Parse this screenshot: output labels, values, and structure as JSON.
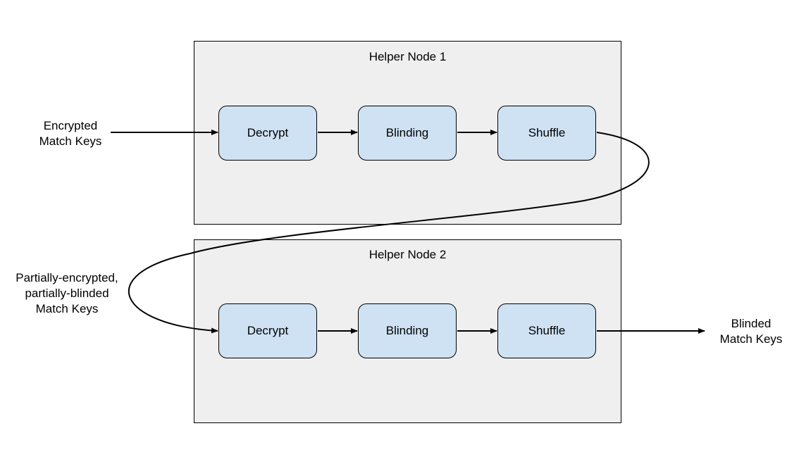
{
  "nodes": [
    {
      "title": "Helper Node 1",
      "steps": [
        "Decrypt",
        "Blinding",
        "Shuffle"
      ]
    },
    {
      "title": "Helper Node 2",
      "steps": [
        "Decrypt",
        "Blinding",
        "Shuffle"
      ]
    }
  ],
  "labels": {
    "input": [
      "Encrypted",
      "Match Keys"
    ],
    "intermediate": [
      "Partially-encrypted,",
      "partially-blinded",
      "Match Keys"
    ],
    "output": [
      "Blinded",
      "Match Keys"
    ]
  },
  "colors": {
    "node_background": "#efefef",
    "step_fill": "#cfe2f3",
    "line": "#000000"
  }
}
